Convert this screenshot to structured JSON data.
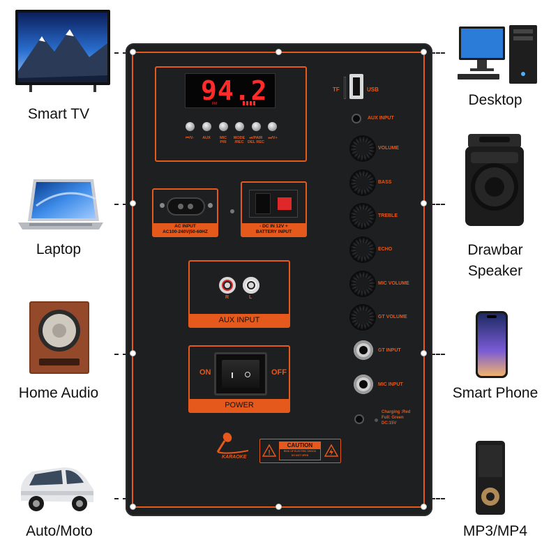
{
  "devices_left": [
    {
      "name": "Smart TV",
      "icon": "tv-icon"
    },
    {
      "name": "Laptop",
      "icon": "laptop-icon"
    },
    {
      "name": "Home Audio",
      "icon": "speaker-icon"
    },
    {
      "name": "Auto/Moto",
      "icon": "car-icon"
    }
  ],
  "devices_right": [
    {
      "name": "Desktop",
      "icon": "desktop-icon"
    },
    {
      "name": "Drawbar\nSpeaker",
      "icon": "drawbar-speaker-icon"
    },
    {
      "name": "Smart Phone",
      "icon": "phone-icon"
    },
    {
      "name": "MP3/MP4",
      "icon": "mp3-player-icon"
    }
  ],
  "panel": {
    "display": {
      "digits": "94.2",
      "fm": "FM"
    },
    "buttons": [
      {
        "label": "⏮/V-"
      },
      {
        "label": "AUX"
      },
      {
        "label": "MIC\nPRI"
      },
      {
        "label": "MODE\n/REC"
      },
      {
        "label": "⏯/PAIR\nDEL REC"
      },
      {
        "label": "⏭/V+"
      }
    ],
    "tf_label": "TF",
    "usb_label": "USB",
    "aux_input_label": "AUX INPUT",
    "controls": [
      {
        "label": "VOLUME"
      },
      {
        "label": "BASS"
      },
      {
        "label": "TREBLE"
      },
      {
        "label": "ECHO"
      },
      {
        "label": "MIC VOLUME"
      },
      {
        "label": "GT VOLUME"
      }
    ],
    "gt_input_label": "GT INPUT",
    "mic_input_label": "MIC INPUT",
    "charging_text": [
      "Charging :Red",
      "Full: Green",
      "DC:15V"
    ],
    "ac_input": {
      "line1": "AC INPUT",
      "line2": "AC100-240V|50-60HZ"
    },
    "battery_input": {
      "line1": "- DC IN 12V +",
      "line2": "BATTERY INPUT"
    },
    "aux_box": {
      "title": "AUX INPUT",
      "r": "R",
      "l": "L"
    },
    "power_box": {
      "title": "POWER",
      "on": "ON",
      "off": "OFF"
    },
    "karaoke_label": "KARAOKE",
    "caution": {
      "title": "CAUTION",
      "line1": "RISK OF ELECTRIC SHOCK",
      "line2": "DO NOT OPEN"
    }
  },
  "colors": {
    "accent": "#e5591c",
    "panel": "#1e1f21",
    "lcd": "#ff2a2a"
  }
}
